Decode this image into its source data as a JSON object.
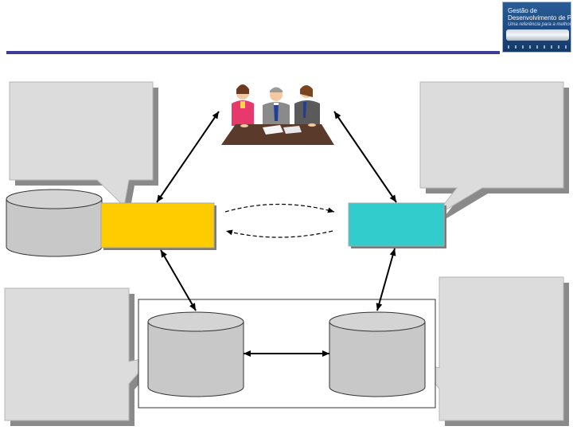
{
  "header": {
    "logo_line1": "Gestão de",
    "logo_line2": "Desenvolvimento de Produtos",
    "logo_line3": "Uma referência para a melhoria do processo"
  },
  "colors": {
    "header_rule": "#3d3d99",
    "callout_fill": "#dcdcdc",
    "yellow_box": "#ffcc00",
    "cyan_box": "#33cccc",
    "database_fill": "#c8c8c8",
    "table_top": "#5a3b2b"
  },
  "icons": {
    "meeting_illustration": "business-meeting-icon",
    "database": "database-cylinder-icon"
  }
}
